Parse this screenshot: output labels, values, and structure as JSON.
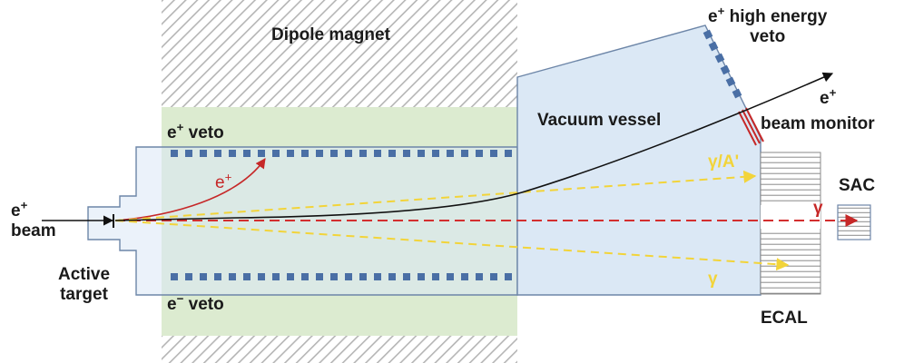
{
  "labels": {
    "dipole_magnet": "Dipole magnet",
    "e_plus_veto": "veto",
    "e_minus_veto": "veto",
    "vacuum_vessel": "Vacuum vessel",
    "high_energy_veto_line1": "high energy",
    "high_energy_veto_line2": "veto",
    "beam_monitor": "beam monitor",
    "sac": "SAC",
    "ecal": "ECAL",
    "beam": "beam",
    "active_target_line1": "Active",
    "active_target_line2": "target",
    "e_symbol": "e",
    "plus": "+",
    "minus": "−",
    "gamma_A": "γ/A'",
    "gamma_red": "γ",
    "gamma_yellow": "γ"
  },
  "colors": {
    "hatch": "#b5b5b5",
    "magnet_field": "#dcebd0",
    "vessel": "#dbe8f5",
    "vessel_stroke": "#6d86a8",
    "veto_blocks": "#4a6fa5",
    "positron_track": "#c62828",
    "photon_track": "#f2d43a",
    "beam_axis": "#d32f2f",
    "monitor": "#c62828"
  }
}
